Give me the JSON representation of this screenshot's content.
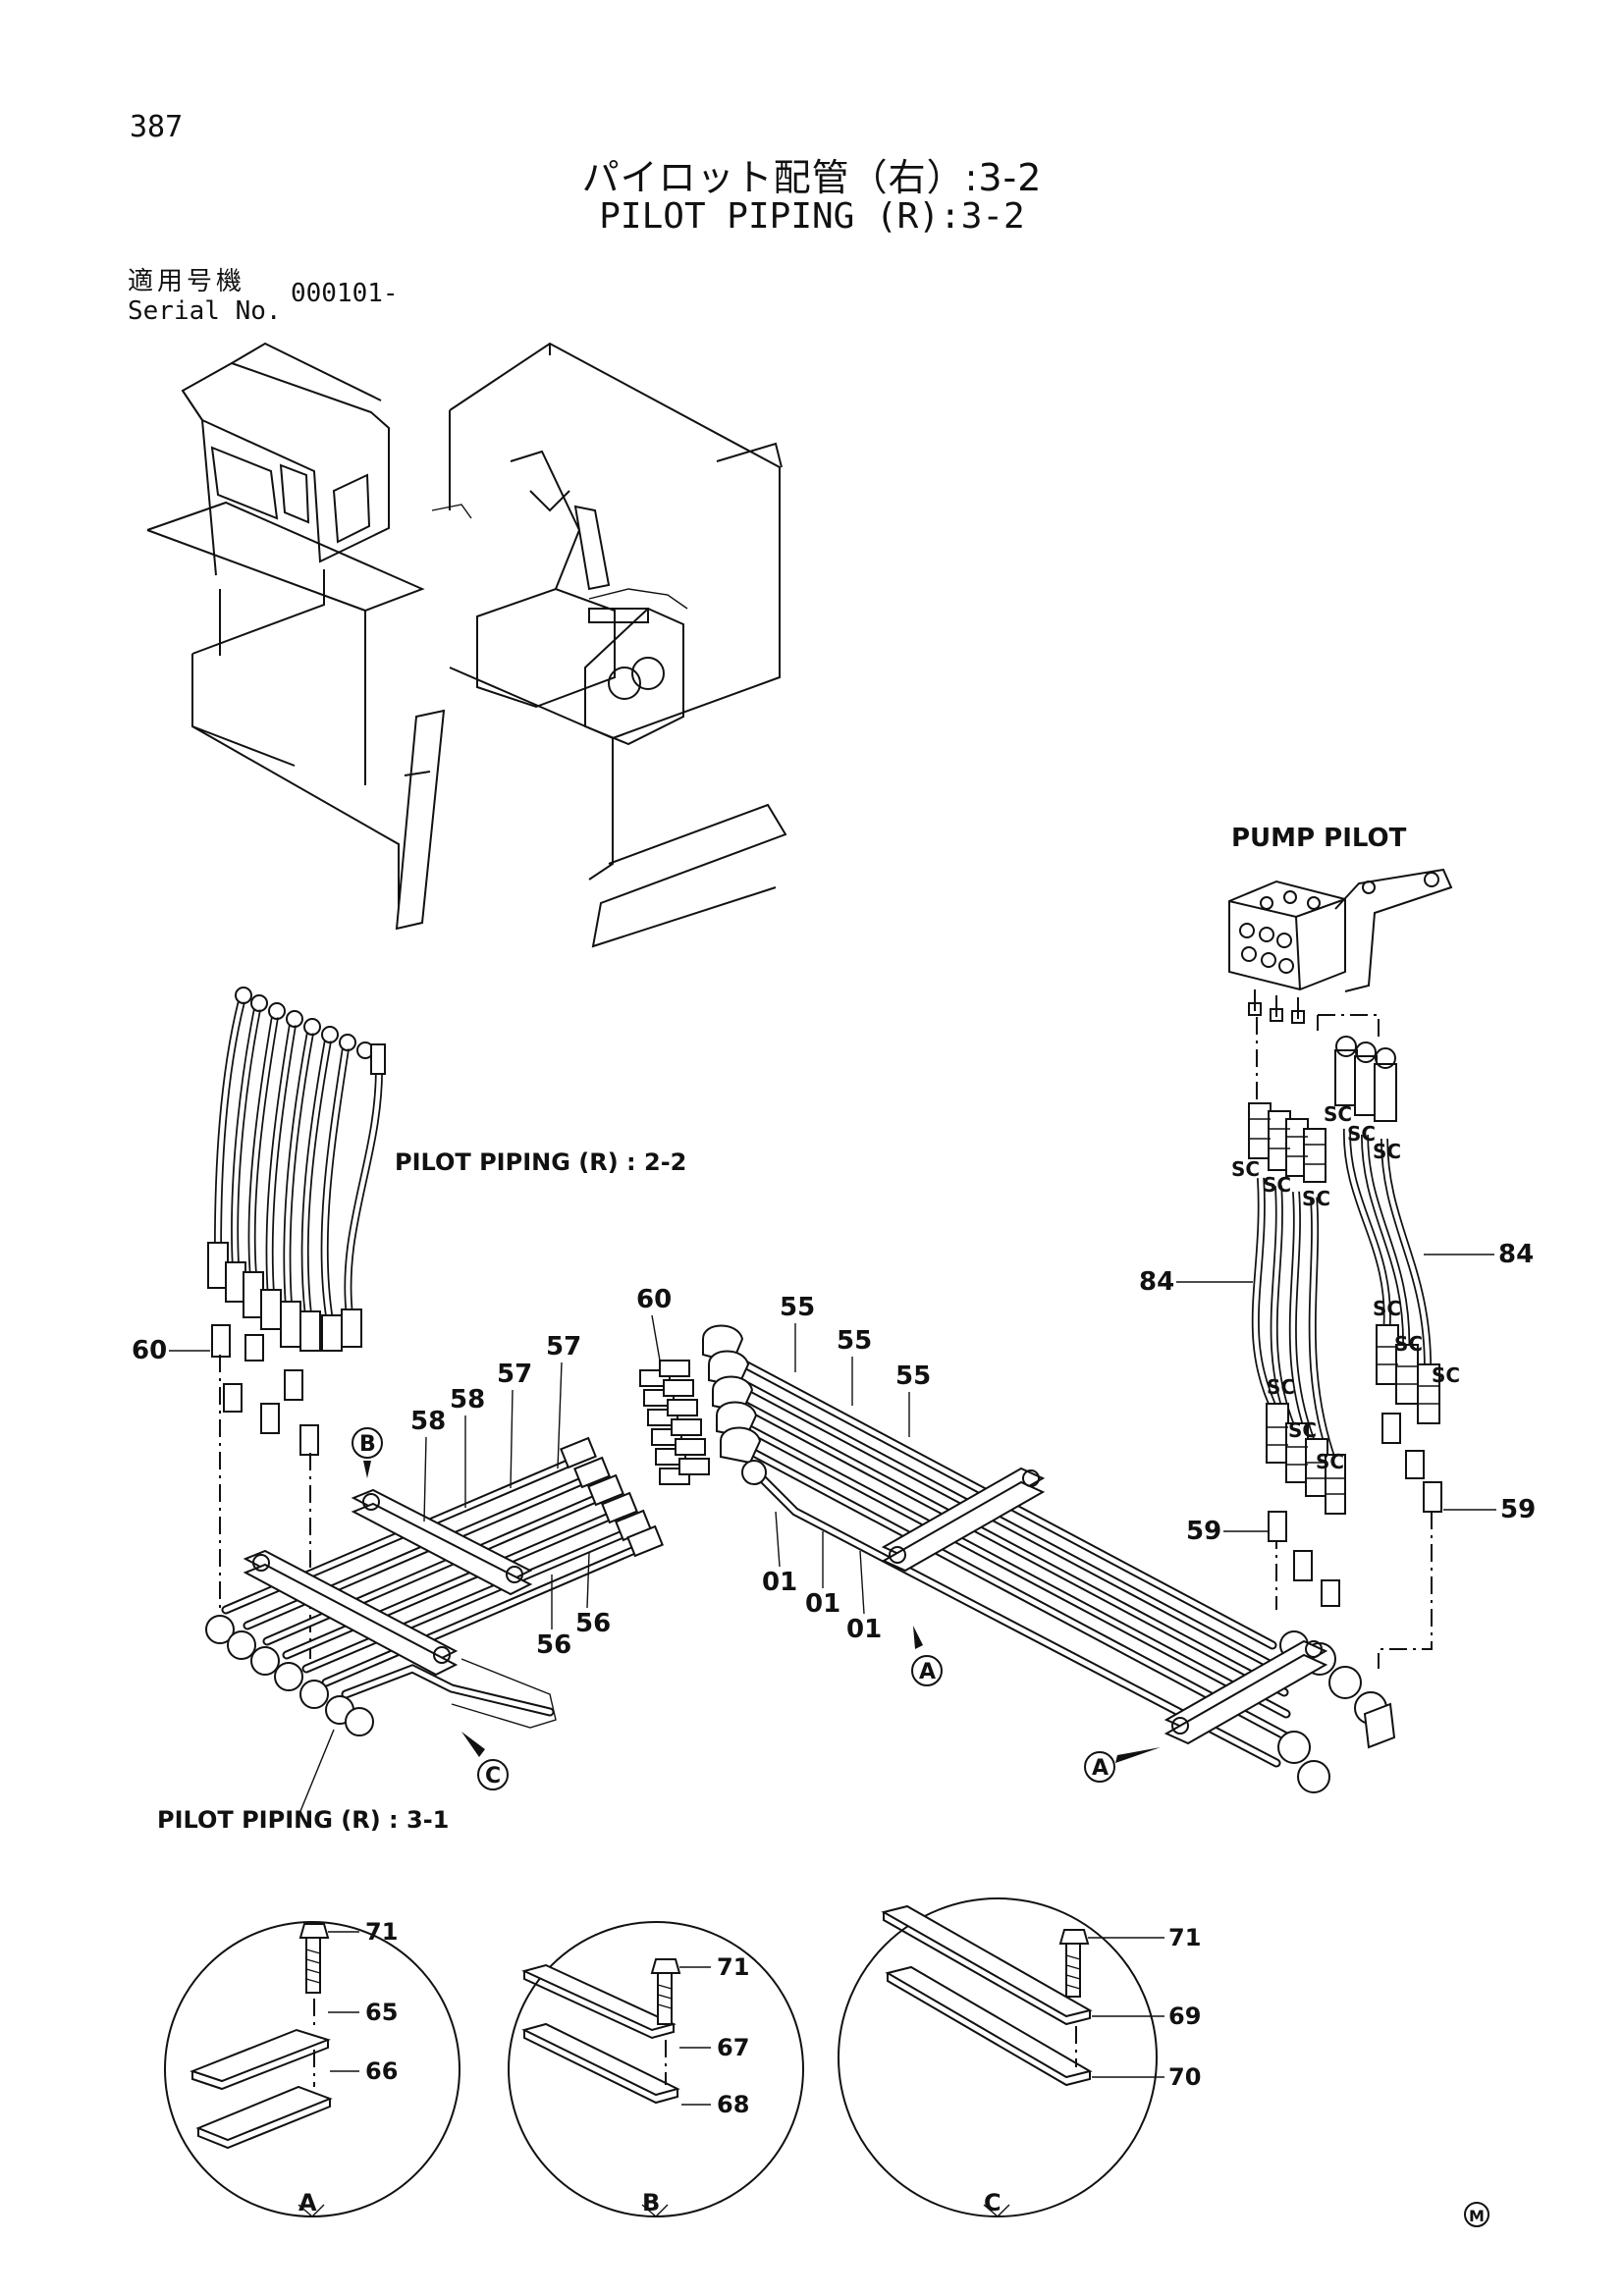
{
  "page_number": "387",
  "title_jp": "パイロット配管（右）:3-2",
  "title_en": "PILOT PIPING (R):3-2",
  "serial_label_jp": "適用号機",
  "serial_label_en": "Serial No.",
  "serial_value": "000101-",
  "callouts": {
    "pump_pilot": "PUMP PILOT",
    "pilot_piping_2_2": "PILOT PIPING (R) : 2-2",
    "pilot_piping_3_1": "PILOT PIPING (R) : 3-1"
  },
  "ref_letters": {
    "a": "A",
    "b": "B",
    "c": "C"
  },
  "sc_mark": "SC",
  "part_numbers": {
    "p01": "01",
    "p55": "55",
    "p56": "56",
    "p57": "57",
    "p58": "58",
    "p59": "59",
    "p60": "60",
    "p65": "65",
    "p66": "66",
    "p67": "67",
    "p68": "68",
    "p69": "69",
    "p70": "70",
    "p71": "71",
    "p84": "84"
  },
  "detail_labels": [
    "A",
    "B",
    "C"
  ],
  "mark_m": "M"
}
